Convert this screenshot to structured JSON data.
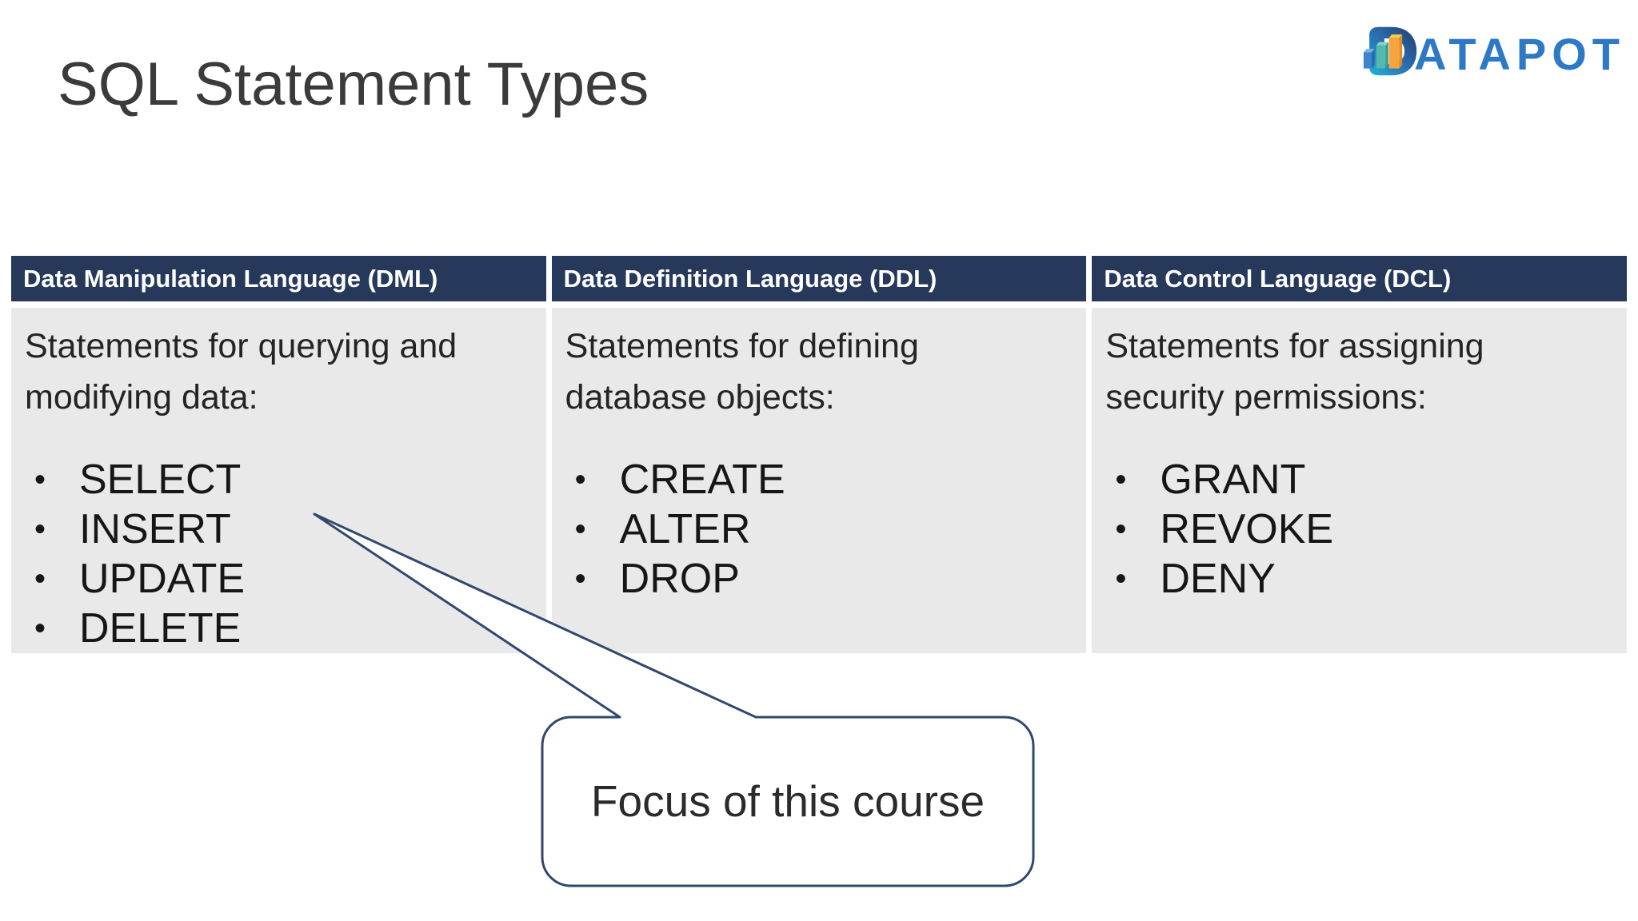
{
  "slide": {
    "title": "SQL Statement Types"
  },
  "logo": {
    "brand": "DATAPOT",
    "wordmark_rest": "ATAPOT",
    "icon": "d-bar-chart-icon",
    "colors": {
      "wordmark_blue": "#2e79c6",
      "d_gradient_top": "#223e6b",
      "d_gradient_mid": "#2a6cb2",
      "d_gradient_bottom": "#1fb4d9",
      "bar_blue": "#3e85cc",
      "bar_teal": "#53b9ac",
      "bar_orange": "#f4a63c"
    }
  },
  "colors": {
    "header_navy": "#26395a",
    "body_gray": "#e9e9e9",
    "callout_border": "#30486e",
    "title_text": "#3b3b3b"
  },
  "table": {
    "columns": [
      {
        "header": "Data Manipulation Language (DML)",
        "description": "Statements for querying and modifying data:",
        "items": [
          "SELECT",
          "INSERT",
          "UPDATE",
          "DELETE"
        ]
      },
      {
        "header": "Data Definition Language (DDL)",
        "description": "Statements for defining database objects:",
        "items": [
          "CREATE",
          "ALTER",
          "DROP"
        ]
      },
      {
        "header": "Data Control Language (DCL)",
        "description": "Statements for assigning security permissions:",
        "items": [
          "GRANT",
          "REVOKE",
          "DENY"
        ]
      }
    ]
  },
  "callout": {
    "label": "Focus of this course"
  },
  "bullet_glyph": "•"
}
